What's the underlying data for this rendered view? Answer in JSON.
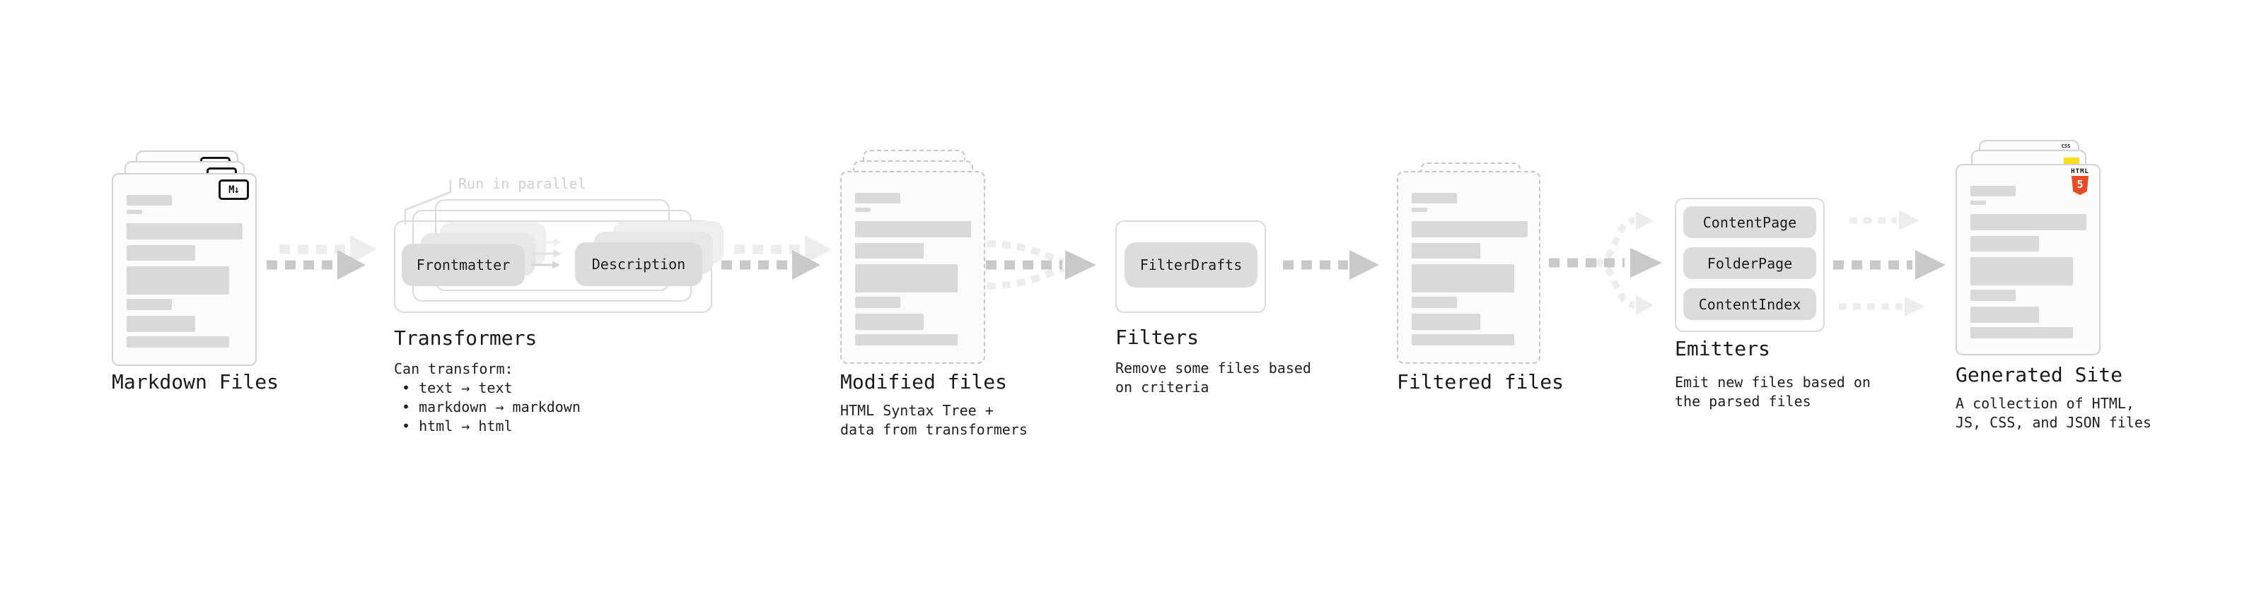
{
  "stages": {
    "markdown_files": {
      "title": "Markdown Files",
      "badge": "M↓"
    },
    "transformers": {
      "title": "Transformers",
      "annotation": "Run in parallel",
      "pill_left": "Frontmatter",
      "pill_right": "Description",
      "desc_heading": "Can transform:",
      "bullets": [
        "• text → text",
        "• markdown → markdown",
        "• html → html"
      ]
    },
    "modified_files": {
      "title": "Modified files",
      "desc_lines": [
        "HTML Syntax Tree +",
        "data from transformers"
      ]
    },
    "filters": {
      "title": "Filters",
      "pill": "FilterDrafts",
      "desc_lines": [
        "Remove some files based",
        "on criteria"
      ]
    },
    "filtered_files": {
      "title": "Filtered files"
    },
    "emitters": {
      "title": "Emitters",
      "pills": [
        "ContentPage",
        "FolderPage",
        "ContentIndex"
      ],
      "desc_lines": [
        "Emit new files based on",
        "the parsed files"
      ]
    },
    "generated_site": {
      "title": "Generated Site",
      "desc_lines": [
        "A collection of HTML,",
        "JS, CSS, and JSON files"
      ],
      "html5_badge_label": "HTML",
      "html5_badge_number": "5",
      "css_badge_label": "CSS"
    }
  },
  "colors": {
    "html5_orange": "#e44d26",
    "js_yellow": "#f7df1e",
    "css_blue": "#2964f2",
    "arrow_dark": "#c9c9c9",
    "arrow_light": "#ededed",
    "pill_fill": "#dcdcdc",
    "card_border": "#d2d2d2",
    "text": "#1a1a1a",
    "annotation_gray": "#d0d0d0"
  }
}
